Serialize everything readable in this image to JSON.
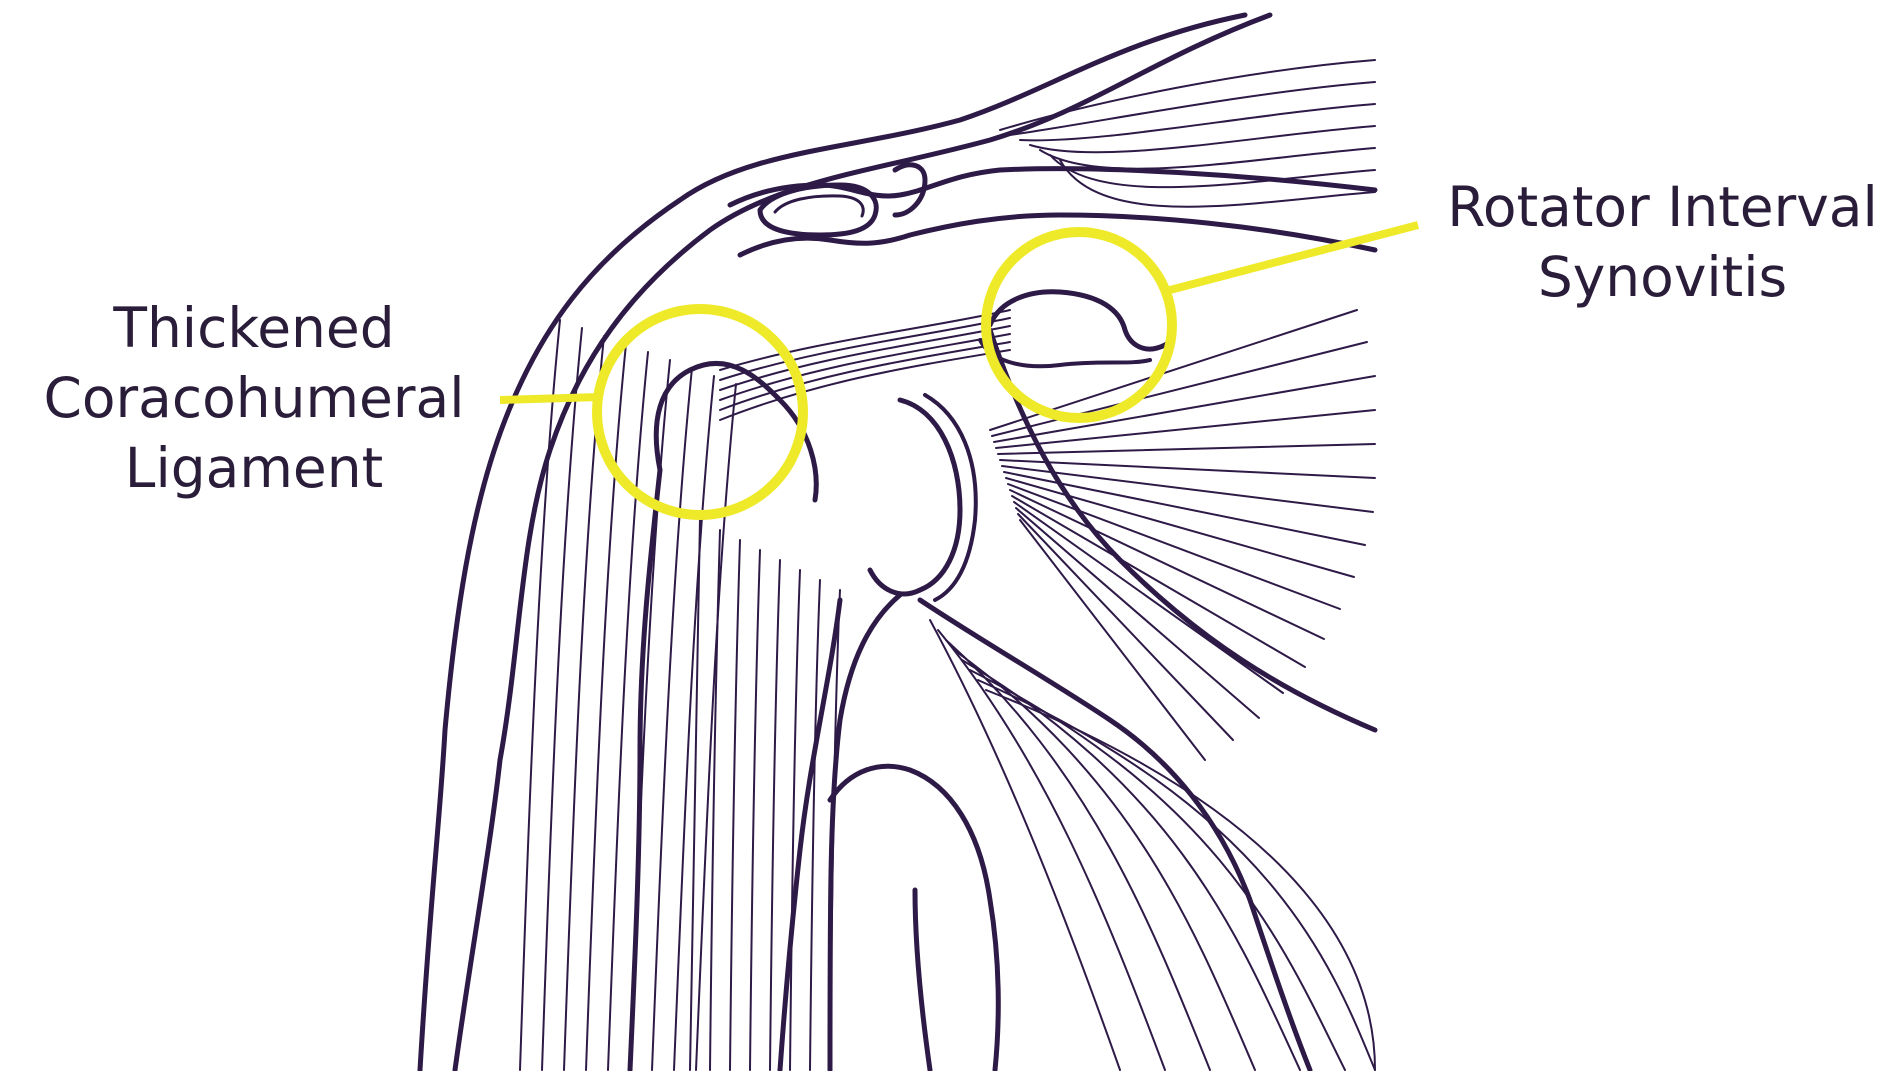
{
  "colors": {
    "ink": "#2e1a47",
    "highlight": "#eeea2a",
    "background": "#ffffff",
    "text": "#2a1d3a"
  },
  "annotations": {
    "left": {
      "lines": [
        "Thickened",
        "Coracohumeral",
        "Ligament"
      ]
    },
    "right": {
      "lines": [
        "Rotator Interval",
        "Synovitis"
      ]
    }
  }
}
